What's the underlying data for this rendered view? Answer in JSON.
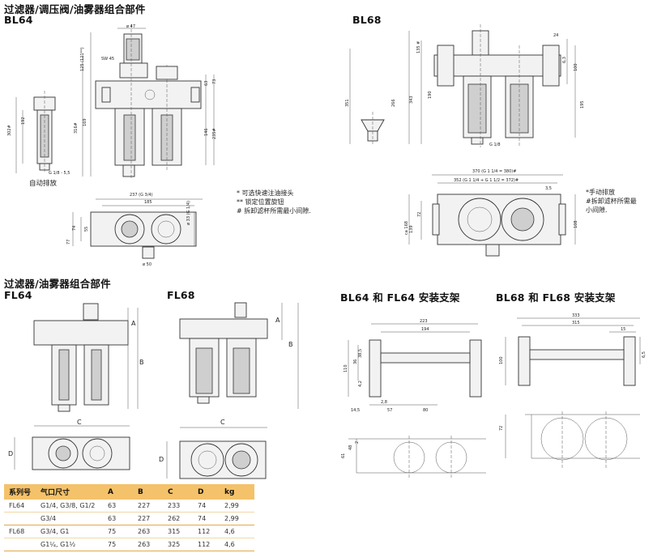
{
  "headings": {
    "frl_combo": "过滤器/调压阀/油雾器组合部件",
    "bl64": "BL64",
    "bl68": "BL68",
    "fl_combo": "过滤器/油雾器组合部件",
    "fl64": "FL64",
    "fl68": "FL68",
    "bracket64": "BL64 和 FL64 安装支架",
    "bracket68": "BL68 和 FL68 安装支架"
  },
  "labels": {
    "auto_drain_bl64": "自动排放",
    "bl64_notes": [
      "* 可选快速注油接头",
      "** 锁定位置旋钮",
      "# 拆卸滤杯所需最小间隙."
    ],
    "bl68_notes": [
      "*手动排放",
      "#拆卸滤杯所需最",
      "小间隙."
    ]
  },
  "dims": {
    "d47": "ø 47",
    "sw45": "SW 45",
    "d125": "125 (121**)",
    "d63": "63",
    "d73": "73",
    "d146": "146",
    "d235": "235#",
    "d192": "192",
    "d302": "302#",
    "d316": "316#",
    "d169": "169",
    "g18": "G 1/8 - 5,5",
    "d237": "237 (G 3/4)",
    "d185": "185",
    "d33": "ø 33 (G 1/4)",
    "d74": "74",
    "d55": "55",
    "d77": "77",
    "d50": "ø 50",
    "d135": "135 #",
    "d24": "24",
    "d63b": "6,3",
    "d100": "100",
    "d195": "195",
    "d351": "351",
    "d266": "266",
    "d343": "343",
    "d190": "190",
    "g18b": "G 1/8",
    "d370": "370 (G 1 1/4 = 380)#",
    "d352": "352 (G 1 1/4 + G 1 1/2 = 372)#",
    "d35": "3,5",
    "d168": "ca 168",
    "d72": "72",
    "d139": "139",
    "d108": "108",
    "dA": "A",
    "dB": "B",
    "dC": "C",
    "dD": "D",
    "d223": "223",
    "d194": "194",
    "d110": "110",
    "d36": "36",
    "d53": "38,5",
    "d42": "4,2",
    "d28": "2,8",
    "d145": "14,5",
    "d57": "57",
    "d80": "80",
    "d48": "48",
    "d25": "2",
    "d61": "61",
    "d333": "333",
    "d315": "315",
    "d15": "15",
    "d100b": "100",
    "d65": "6,5",
    "d72b": "72"
  },
  "table": {
    "headers": [
      "系列号",
      "气口尺寸",
      "A",
      "B",
      "C",
      "D",
      "kg"
    ],
    "rows": [
      [
        "FL64",
        "G1/4, G3/8, G1/2",
        "63",
        "227",
        "233",
        "74",
        "2,99"
      ],
      [
        "",
        "G3/4",
        "63",
        "227",
        "262",
        "74",
        "2,99"
      ],
      [
        "FL68",
        "G3/4, G1",
        "75",
        "263",
        "315",
        "112",
        "4,6"
      ],
      [
        "",
        "G1¼, G1½",
        "75",
        "263",
        "325",
        "112",
        "4,6"
      ]
    ]
  }
}
